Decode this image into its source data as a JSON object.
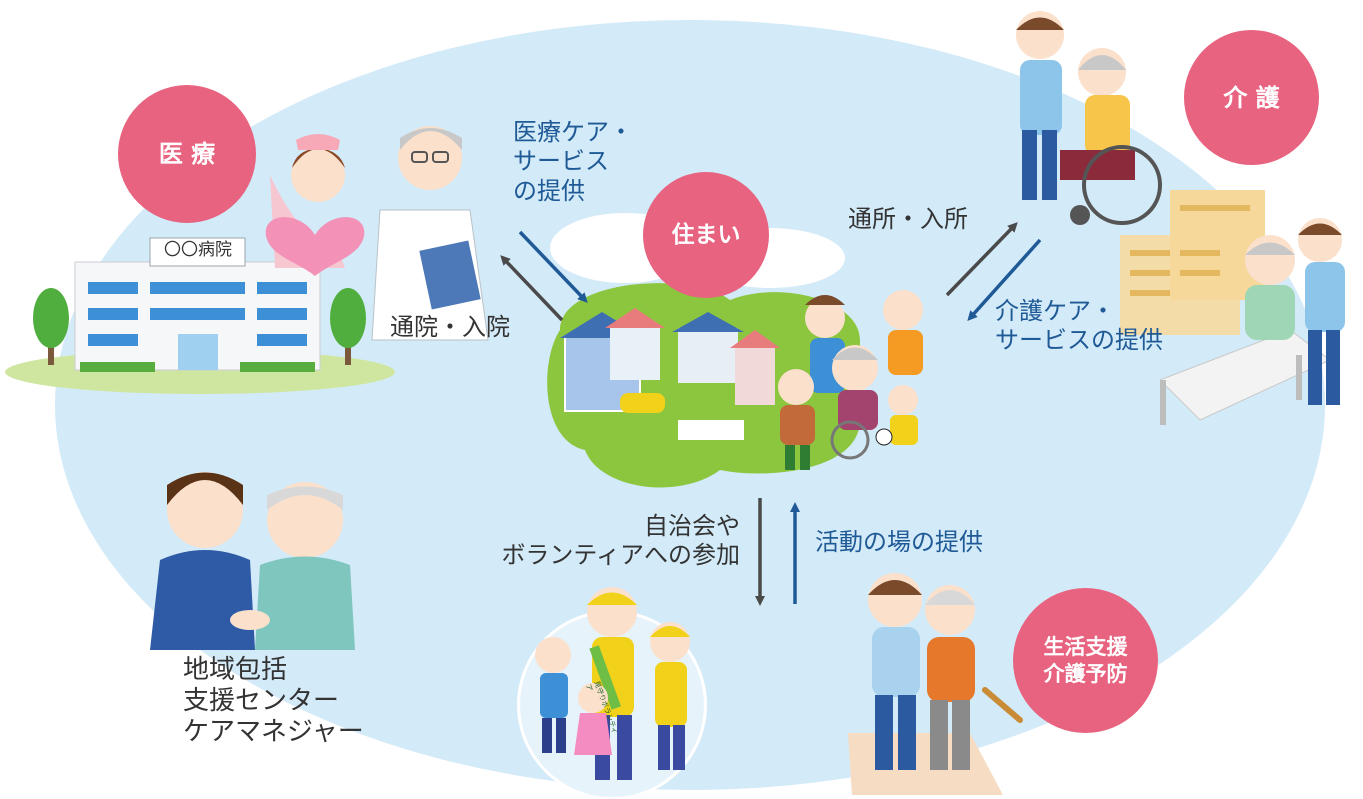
{
  "colors": {
    "sky": "#d3eaf8",
    "pink": "#e8637f",
    "arrow_dark": "#4a4a4a",
    "arrow_blue": "#1f5a96",
    "text_dark": "#333333",
    "text_blue": "#1f5a96"
  },
  "categories": {
    "medical": "医 療",
    "housing": "住まい",
    "care": "介 護",
    "living_support": "生活支援\n介護予防"
  },
  "hospital": {
    "sign": "〇〇病院"
  },
  "flows": {
    "hospital_visit": "通院・入院",
    "medical_service": "医療ケア・\nサービス\nの提供",
    "care_visit": "通所・入所",
    "care_service": "介護ケア・\nサービスの提供",
    "participation": "自治会や\nボランティアへの参加",
    "activity_place": "活動の場の提供"
  },
  "support_center": {
    "label": "地域包括\n支援センター\nケアマネジャー"
  },
  "volunteer": {
    "sash_text": "見守りボランティア"
  }
}
